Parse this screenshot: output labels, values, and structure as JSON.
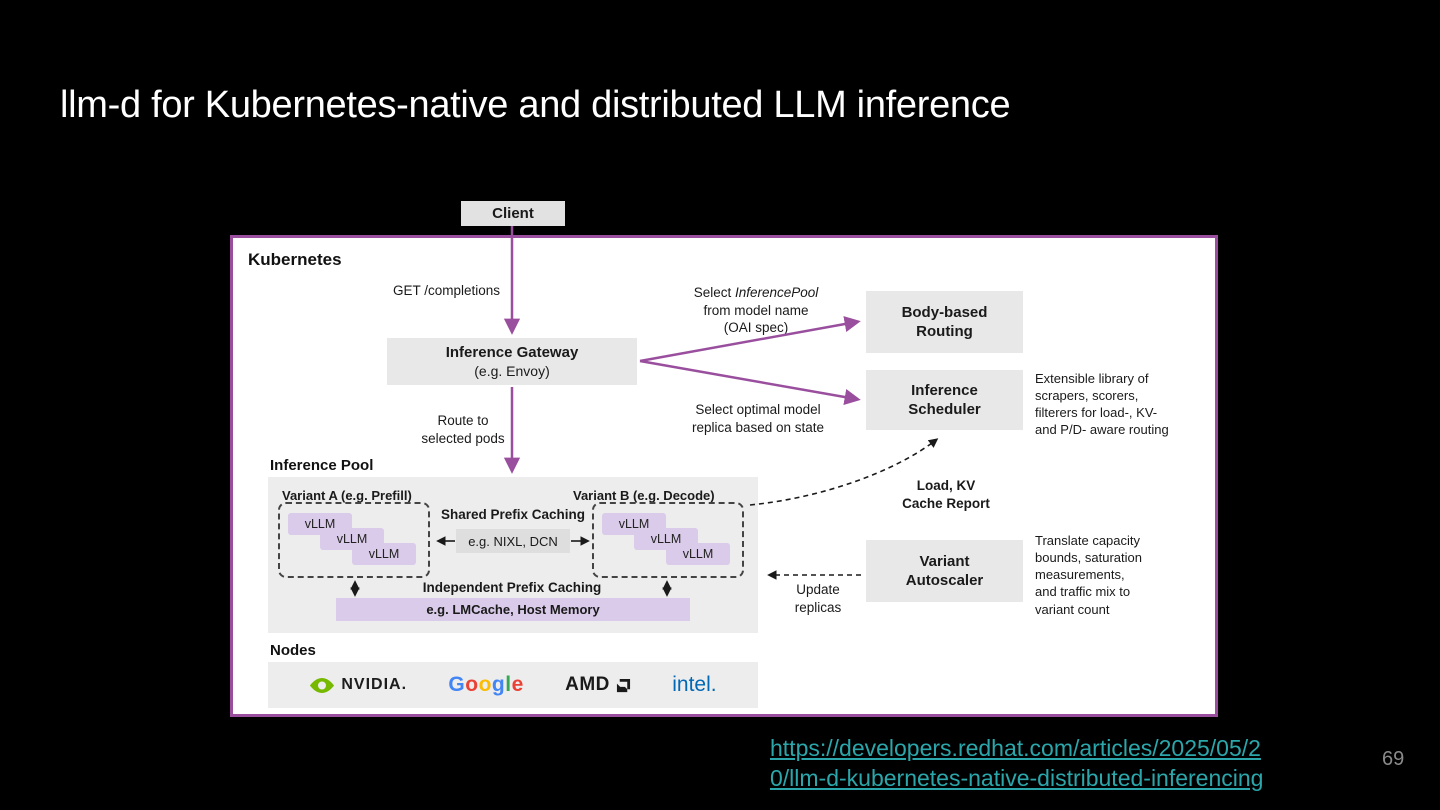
{
  "slide": {
    "title": "llm-d for Kubernetes-native and distributed LLM inference",
    "page_number": "69",
    "link": {
      "line1": "https://developers.redhat.com/articles/2025/05/2",
      "line2": "0/llm-d-kubernetes-native-distributed-inferencing"
    }
  },
  "colors": {
    "background": "#000000",
    "title_text": "#ffffff",
    "frame_purple": "#9a4f9e",
    "box_gray": "#e8e8e8",
    "pool_gray": "#ededed",
    "vllm_lavender": "#d9cbe9",
    "link_teal": "#2ba7ab",
    "page_number_gray": "#8a8a8a",
    "nvidia_green": "#76b900",
    "google_blue": "#4285F4",
    "google_red": "#EA4335",
    "google_yellow": "#FBBC05",
    "google_green": "#34A853",
    "amd_black": "#1a1a1a",
    "intel_blue": "#0068b5"
  },
  "diagram": {
    "client": "Client",
    "kubernetes": "Kubernetes",
    "labels": {
      "get_completions": "GET /completions",
      "select_pool_prefix": "Select ",
      "select_pool_italic": "InferencePool",
      "select_pool_rest": "from model name\n(OAI spec)",
      "select_optimal": "Select optimal model\nreplica based on state",
      "route_to": "Route to\nselected pods",
      "scheduler_note": "Extensible library of\nscrapers, scorers,\nfilterers for load-, KV-\nand P/D- aware routing",
      "load_kv": "Load, KV\nCache Report",
      "autoscaler_note": "Translate capacity\nbounds, saturation\nmeasurements,\nand traffic mix to\nvariant count",
      "update_replicas": "Update\nreplicas",
      "shared_prefix": "Shared Prefix Caching",
      "independent_prefix": "Independent Prefix Caching"
    },
    "boxes": {
      "gateway_title": "Inference Gateway",
      "gateway_subtitle": "(e.g. Envoy)",
      "body_routing": "Body-based\nRouting",
      "inference_scheduler": "Inference\nScheduler",
      "variant_autoscaler": "Variant\nAutoscaler",
      "nixl": "e.g. NIXL, DCN",
      "lmcache": "e.g. LMCache, Host Memory"
    },
    "pool": {
      "title": "Inference Pool",
      "variant_a": "Variant A (e.g. Prefill)",
      "variant_b": "Variant B (e.g. Decode)",
      "vllm": "vLLM"
    },
    "nodes": {
      "title": "Nodes",
      "nvidia": "NVIDIA.",
      "google_letters": [
        "G",
        "o",
        "o",
        "g",
        "l",
        "e"
      ],
      "amd": "AMD",
      "intel": "intel."
    }
  }
}
